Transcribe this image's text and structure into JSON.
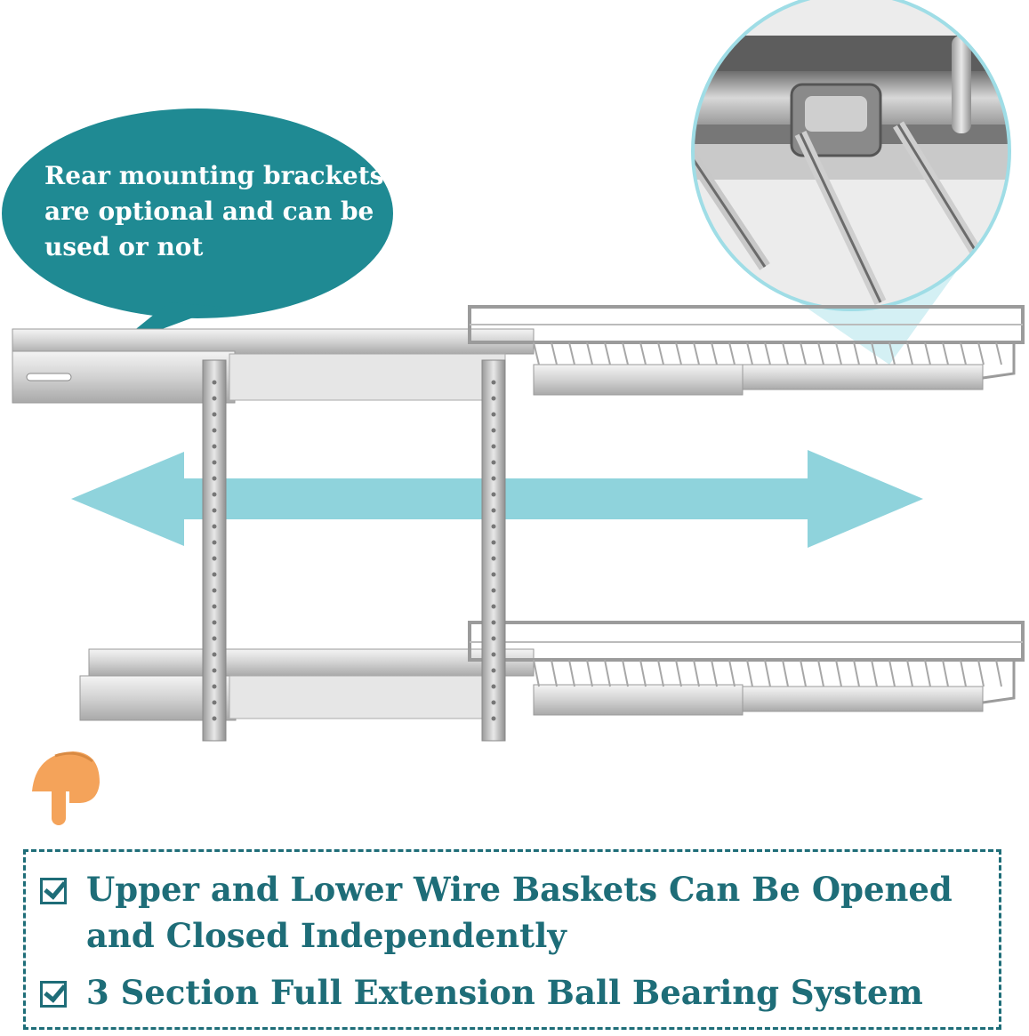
{
  "callout": {
    "lines": [
      "Rear mounting brackets",
      "are optional and can be",
      "used or not"
    ]
  },
  "features": [
    {
      "lines": [
        "Upper and Lower Wire Baskets Can Be Opened",
        "and Closed Independently"
      ]
    },
    {
      "lines": [
        "3 Section Full Extension Ball Bearing System"
      ]
    }
  ],
  "colors": {
    "accent": "#1e6d78",
    "bubble": "#1f8a93",
    "arrow": "#8fd3dc",
    "finger": "#f4a35a"
  },
  "icons": [
    "pointing-down-hand-icon",
    "double-arrow-icon",
    "checkbox-icon",
    "magnifier-detail-icon"
  ]
}
